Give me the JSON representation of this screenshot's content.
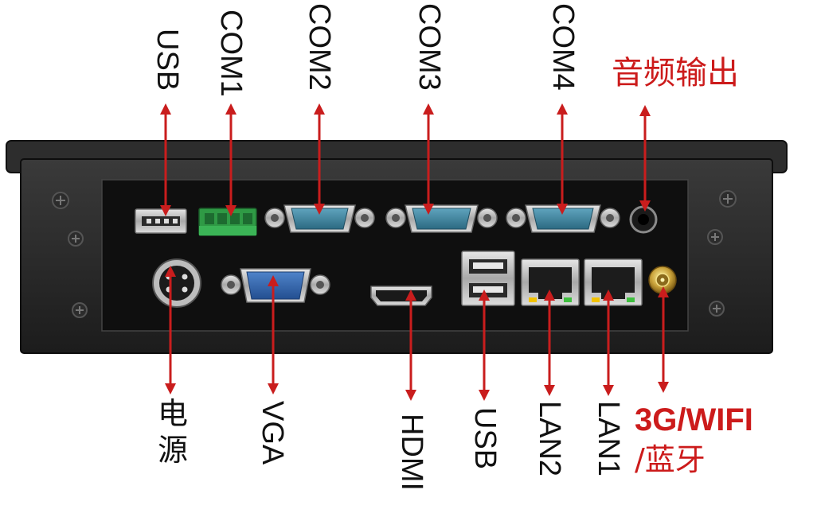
{
  "labels": {
    "usb_top": "USB",
    "com1": "COM1",
    "com2": "COM2",
    "com3": "COM3",
    "com4": "COM4",
    "audio_out": "音频输出",
    "power_line1": "电",
    "power_line2": "源",
    "vga": "VGA",
    "hdmi": "HDMI",
    "usb_bottom": "USB",
    "lan2": "LAN2",
    "lan1": "LAN1",
    "wireless_line1": "3G/WIFI",
    "wireless_line2": "/蓝牙"
  },
  "colors": {
    "arrow": "#c91d1d",
    "highlight_text": "#cc1b1b",
    "chassis": "#262626",
    "panel": "#101010",
    "db9_connector": "#3d7f98",
    "vga_connector": "#2e5fa8",
    "terminal_block": "#2f9a45"
  }
}
